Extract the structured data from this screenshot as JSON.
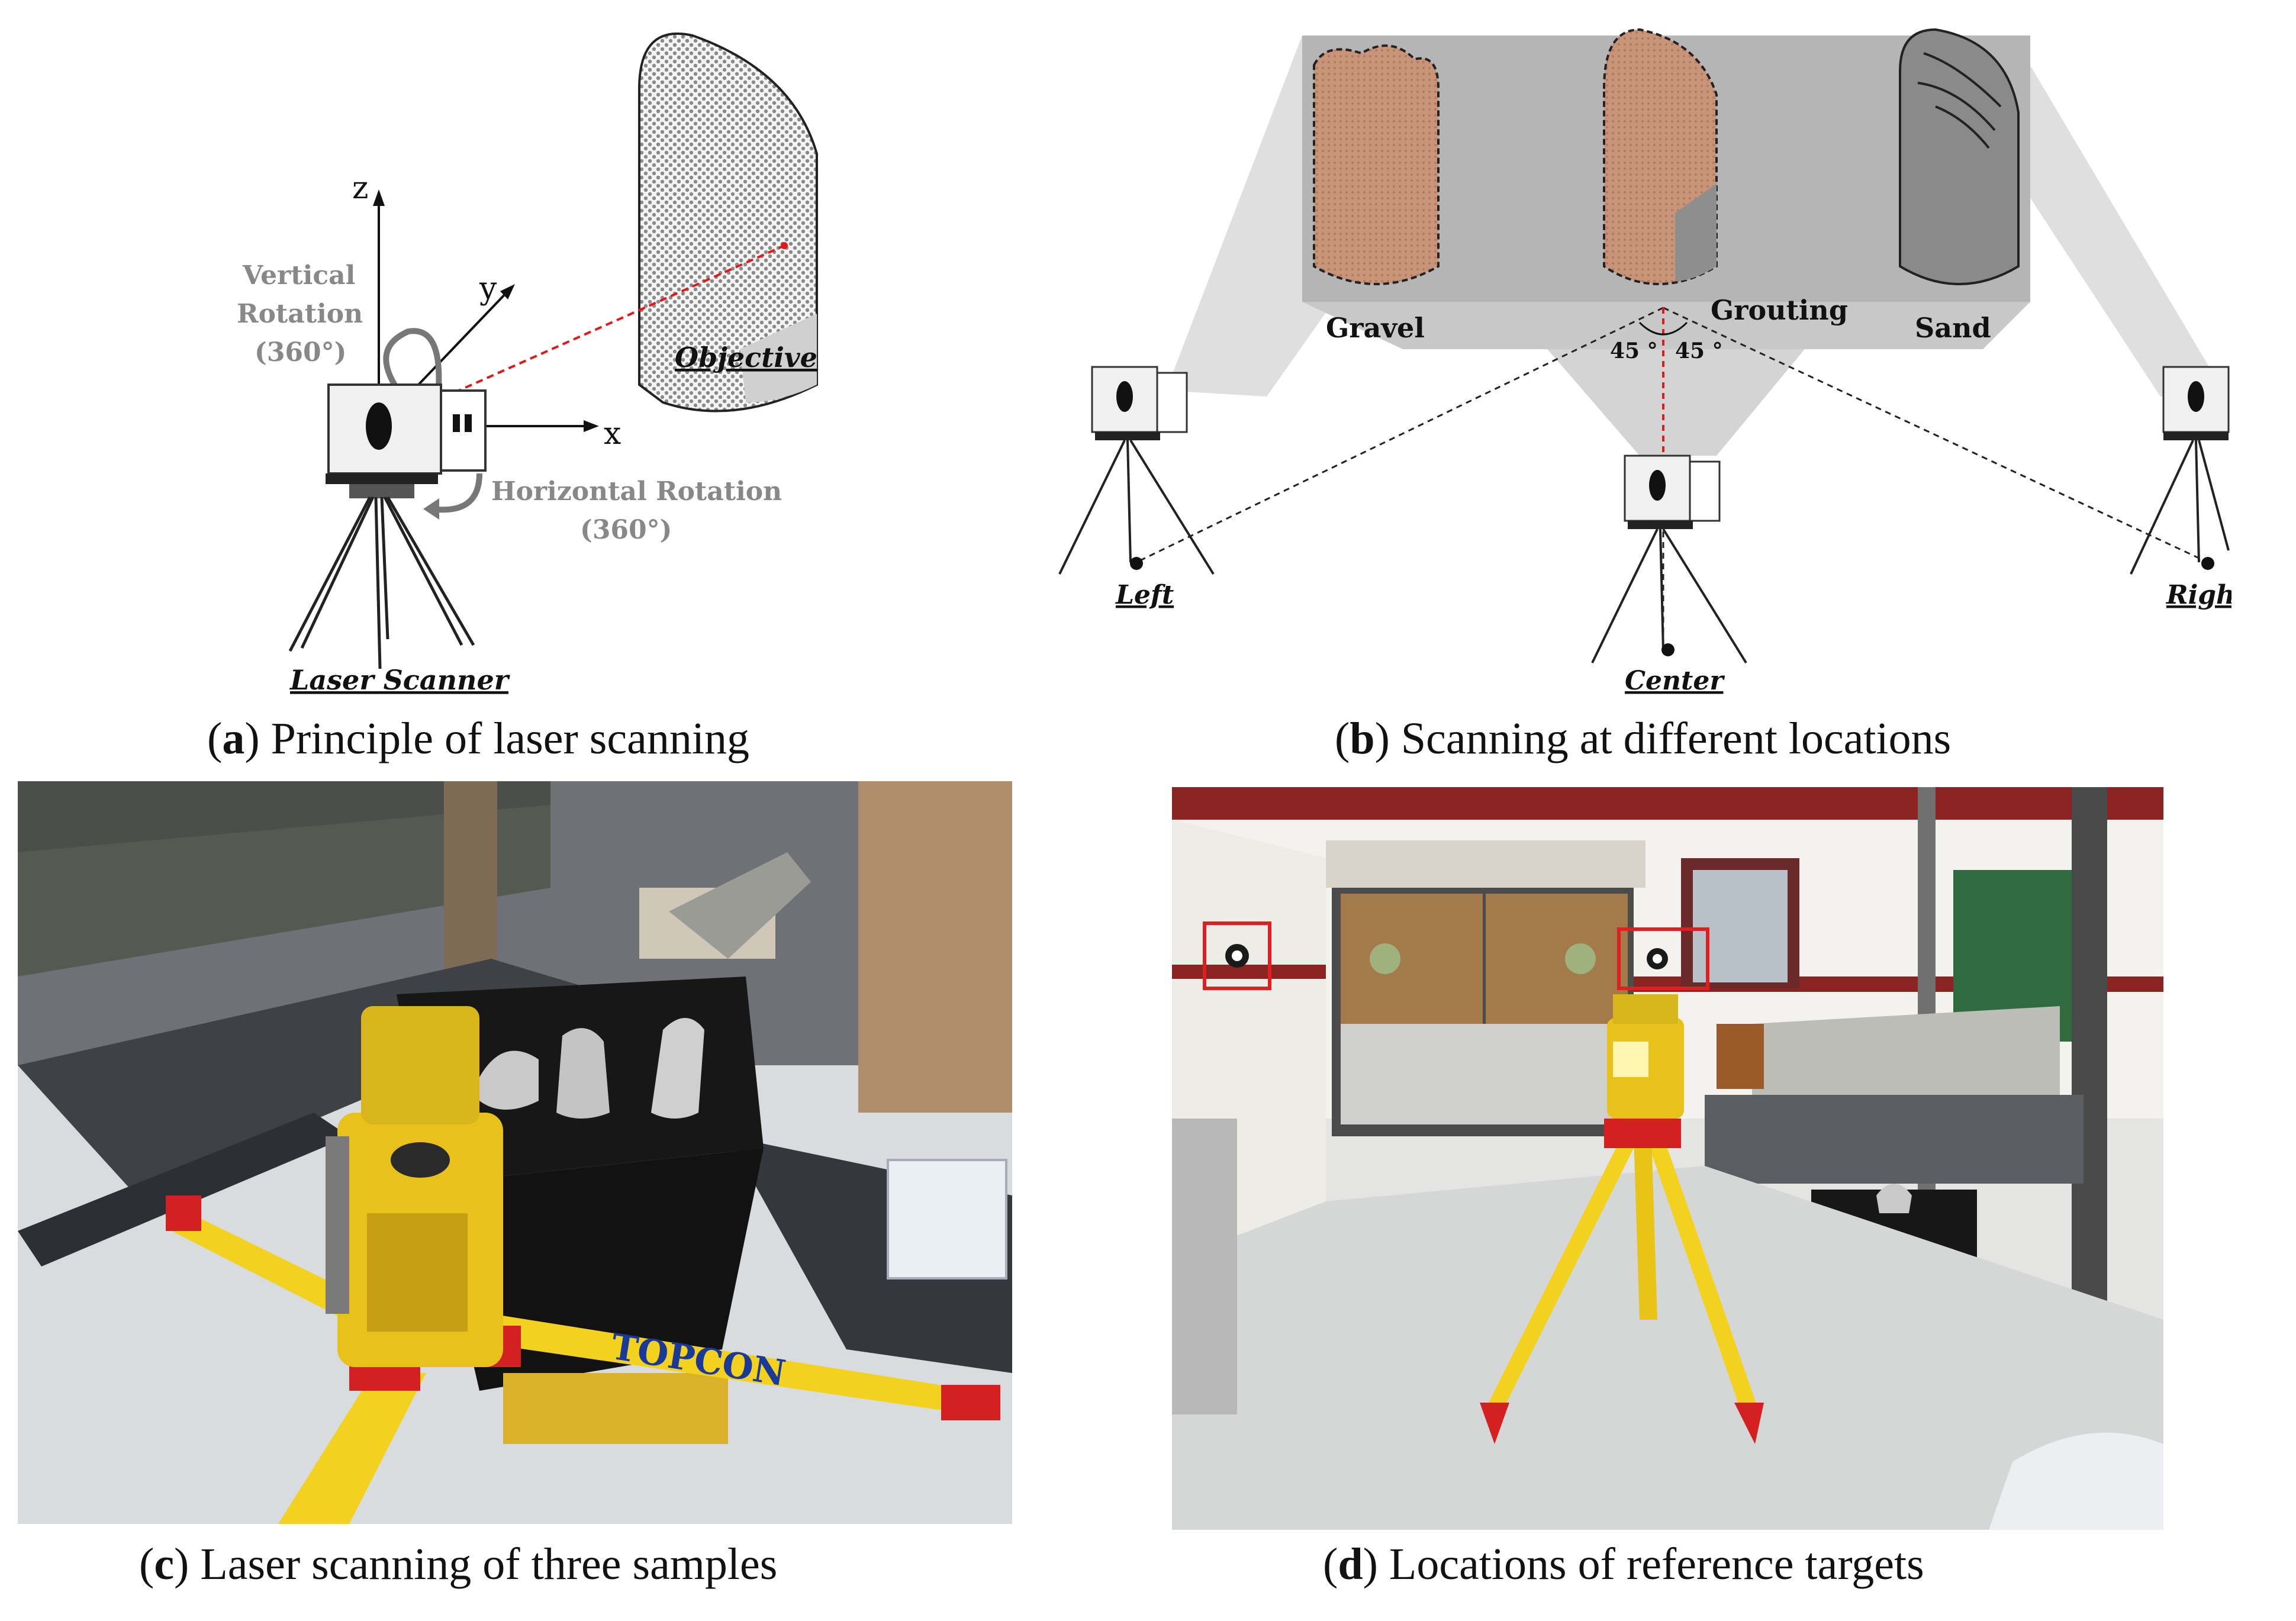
{
  "panel_a": {
    "axis_z": "z",
    "axis_y": "y",
    "axis_x": "x",
    "vertical_rotation_line1": "Vertical",
    "vertical_rotation_line2": "Rotation",
    "vertical_rotation_line3": "(360°)",
    "horizontal_rotation_line1": "Horizontal Rotation",
    "horizontal_rotation_line2": "(360°)",
    "objective_label": "Objective",
    "scanner_label": "Laser Scanner",
    "caption_letter": "a",
    "caption_text": " Principle of laser scanning"
  },
  "panel_b": {
    "sample_gravel": "Gravel",
    "sample_grouting": "Grouting",
    "sample_sand": "Sand",
    "angle_left": "45 °",
    "angle_right": "45 °",
    "position_left": "Left",
    "position_center": "Center",
    "position_right": "Right",
    "caption_letter": "b",
    "caption_text": " Scanning at different locations"
  },
  "panel_c": {
    "brand_text": "TOPCON",
    "caption_letter": "c",
    "caption_text": " Laser scanning of three samples"
  },
  "panel_d": {
    "caption_letter": "d",
    "caption_text": " Locations of reference targets"
  },
  "colors": {
    "sample_brown": "#c9957a",
    "scanner_yellow": "#e8c21a",
    "tripod_yellow": "#f2d21e",
    "laser_red": "#e01a1a",
    "target_box_red": "#e02020"
  }
}
